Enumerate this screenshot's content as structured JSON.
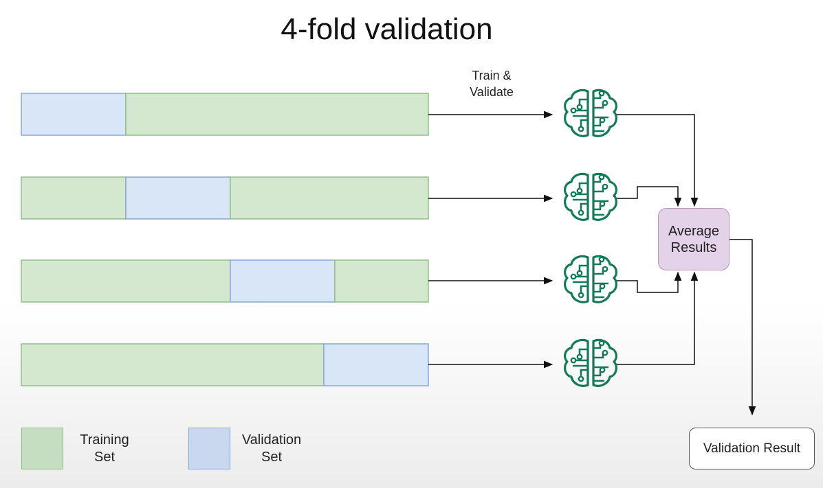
{
  "title": "4-fold validation",
  "flow_label_line1": "Train &",
  "flow_label_line2": "Validate",
  "average_box": {
    "line1": "Average",
    "line2": "Results"
  },
  "result_box": "Validation Result",
  "legend": {
    "training": {
      "line1": "Training",
      "line2": "Set"
    },
    "validation": {
      "line1": "Validation",
      "line2": "Set"
    }
  },
  "colors": {
    "training_fill": "#d4e8d0",
    "training_stroke": "#8fbf86",
    "validation_fill": "#d9e6f8",
    "validation_stroke": "#8aa6d0",
    "model_icon": "#127a5a",
    "average_fill": "#e3d2e8",
    "average_stroke": "#b493bf"
  },
  "folds": [
    {
      "validation_index": 1
    },
    {
      "validation_index": 2
    },
    {
      "validation_index": 3
    },
    {
      "validation_index": 4
    }
  ],
  "icons": [
    "brain-circuit-icon"
  ]
}
